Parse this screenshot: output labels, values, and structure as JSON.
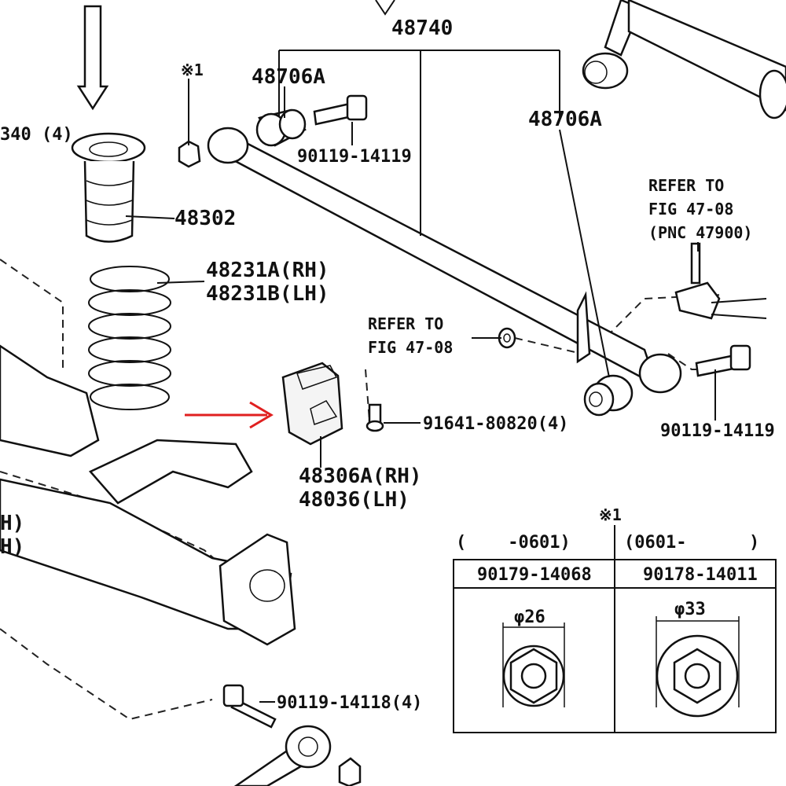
{
  "labels": {
    "p48740": "48740",
    "p48706A_left": "48706A",
    "p48706A_right": "48706A",
    "note1_top": "※1",
    "p340": "340 (4)",
    "p90119_top": "90119-14119",
    "p48302": "48302",
    "p48231A": "48231A(RH)",
    "p48231B": "48231B(LH)",
    "refer1_line1": "REFER TO",
    "refer1_line2": "FIG 47-08",
    "refer1_line3": "(PNC 47900)",
    "refer2_line1": "REFER TO",
    "refer2_line2": "FIG 47-08",
    "p91641": "91641-80820(4)",
    "p90119_right": "90119-14119",
    "p48306A": "48306A(RH)",
    "p48036": "48036(LH)",
    "left_edge_1": "H)",
    "left_edge_2": "H)",
    "p90119_bottom": "90119-14118(4)"
  },
  "table": {
    "note": "※1",
    "col1_range": "(    -0601)",
    "col2_range": "(0601-      )",
    "col1_part": "90179-14068",
    "col2_part": "90178-14011",
    "col1_diameter": "φ26",
    "col2_diameter": "φ33"
  },
  "colors": {
    "arrow_accent": "#e02020",
    "ink": "#111111"
  },
  "icons": {
    "down_arrow": "down-arrow-icon",
    "pointer_arrow": "red-pointer-arrow-icon"
  }
}
